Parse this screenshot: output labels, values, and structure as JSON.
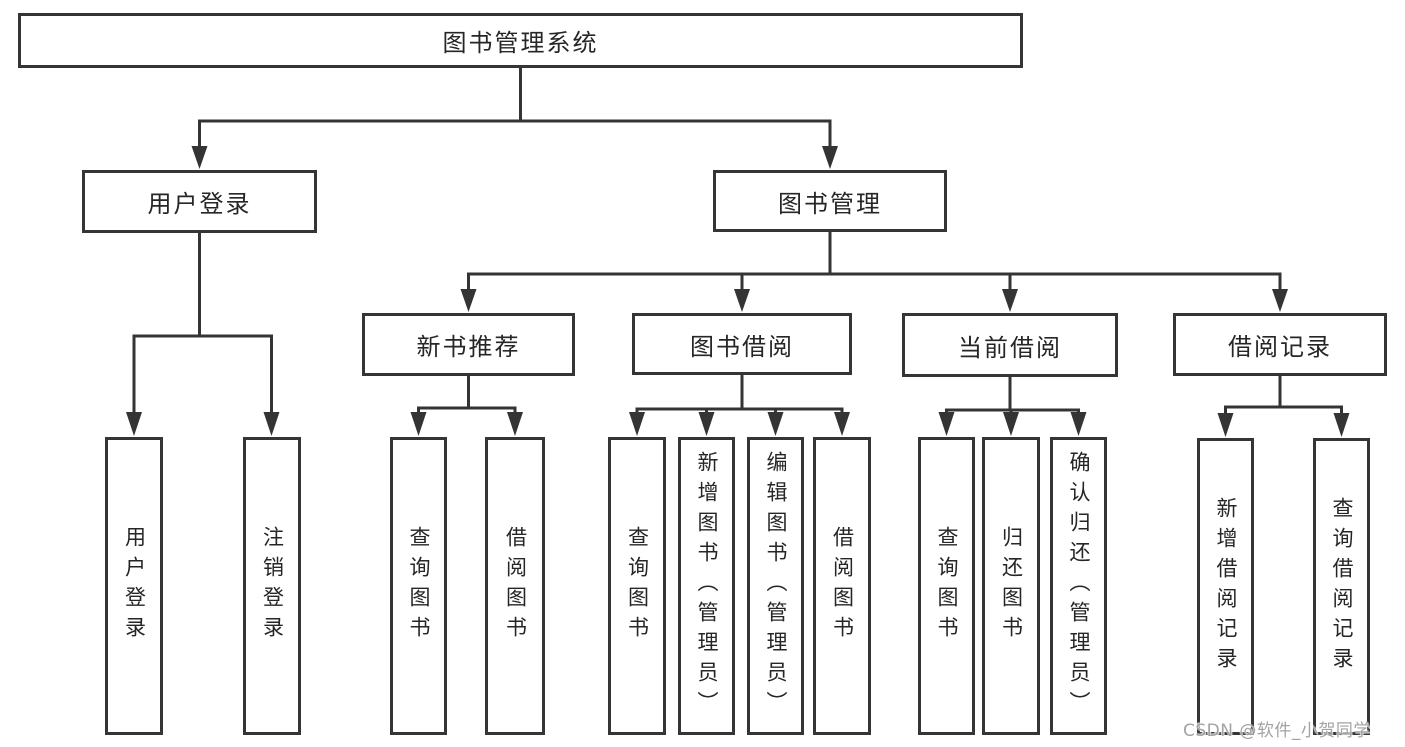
{
  "diagram": {
    "root": {
      "label": "图书管理系统"
    },
    "branches": [
      {
        "label": "用户登录",
        "children": [
          {
            "label": "用户登录"
          },
          {
            "label": "注销登录"
          }
        ]
      },
      {
        "label": "图书管理",
        "children": [
          {
            "label": "新书推荐",
            "children": [
              {
                "label": "查询图书"
              },
              {
                "label": "借阅图书"
              }
            ]
          },
          {
            "label": "图书借阅",
            "children": [
              {
                "label": "查询图书"
              },
              {
                "label": "新增图书（管理员）"
              },
              {
                "label": "编辑图书（管理员）"
              },
              {
                "label": "借阅图书"
              }
            ]
          },
          {
            "label": "当前借阅",
            "children": [
              {
                "label": "查询图书"
              },
              {
                "label": "归还图书"
              },
              {
                "label": "确认归还（管理员）"
              }
            ]
          },
          {
            "label": "借阅记录",
            "children": [
              {
                "label": "新增借阅记录"
              },
              {
                "label": "查询借阅记录"
              }
            ]
          }
        ]
      }
    ]
  },
  "watermark": "CSDN @软件_小贺同学",
  "colors": {
    "line": "#343434",
    "box_border": "#353535",
    "text": "#262626",
    "watermark": "#a3a3a3",
    "background": "#ffffff"
  }
}
